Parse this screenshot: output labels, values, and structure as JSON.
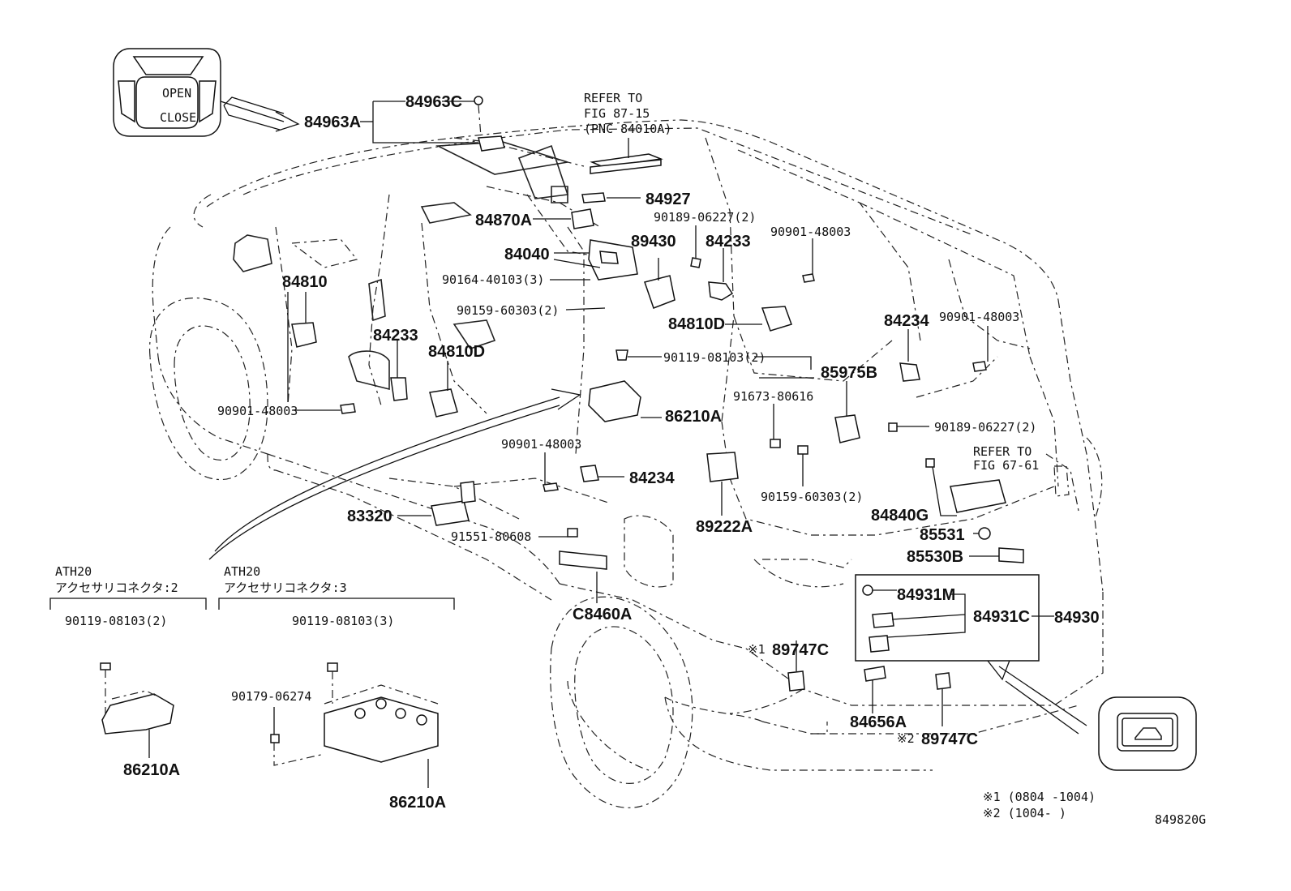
{
  "header": {
    "refer_1": "REFER TO",
    "refer_2": "FIG 87-15",
    "refer_3": "(PNC 84010A)",
    "refer_b1": "REFER TO",
    "refer_b2": "FIG 67-61"
  },
  "parts": {
    "p84963C": "84963C",
    "p84963A": "84963A",
    "p84927": "84927",
    "p84870A": "84870A",
    "p90189a": "90189-06227(2)",
    "p89430": "89430",
    "p84233a": "84233",
    "p90901a": "90901-48003",
    "p84040": "84040",
    "p90164": "90164-40103(3)",
    "p90159a": "90159-60303(2)",
    "p84810": "84810",
    "p84810D_a": "84810D",
    "p84234a": "84234",
    "p90901b": "90901-48003",
    "p84233b": "84233",
    "p84810D_b": "84810D",
    "p90119a": "90119-08103(2)",
    "p85975B": "85975B",
    "p91673": "91673-80616",
    "p90901c": "90901-48003",
    "p86210A_a": "86210A",
    "p90189b": "90189-06227(2)",
    "p90901d": "90901-48003",
    "p84234b": "84234",
    "p90159b": "90159-60303(2)",
    "p84840G": "84840G",
    "p83320": "83320",
    "p91551": "91551-80608",
    "p89222A": "89222A",
    "p85531": "85531",
    "p85530B": "85530B",
    "p84931M": "84931M",
    "p84931C": "84931C",
    "p84930": "84930",
    "pC8460A": "C8460A",
    "p89747C_a": "89747C",
    "p84656A": "84656A",
    "p89747C_b": "89747C",
    "p90119b": "90119-08103(2)",
    "p90119c": "90119-08103(3)",
    "p90179": "90179-06274",
    "p86210A_b": "86210A",
    "p86210A_c": "86210A"
  },
  "groups": {
    "left_model": "ATH20",
    "left_desc": "アクセサリコネクタ:2",
    "mid_model": "ATH20",
    "mid_desc": "アクセサリコネクタ:3"
  },
  "notes": {
    "mark1": "※1",
    "mark2": "※2",
    "note1": "※1 (0804 -1004)",
    "note2": "※2 (1004-      )",
    "figure_code": "849820G"
  }
}
